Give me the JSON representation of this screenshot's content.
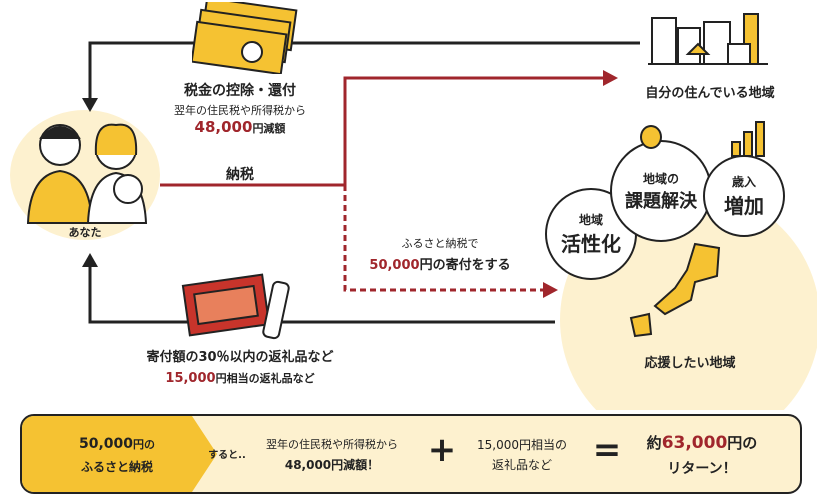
{
  "colors": {
    "accent_red": "#a0262c",
    "yellow": "#f5c232",
    "pale_yellow": "#fdf1cf"
  },
  "top_flow": {
    "title": "税金の控除・還付",
    "line1": "翌年の住民税や所得税から",
    "amount": "48,000",
    "amount_suffix": "円減額"
  },
  "tax_label": "納税",
  "you_label": "あなた",
  "home_region_label": "自分の住んでいる地域",
  "donation": {
    "line1": "ふるさと納税で",
    "amount": "50,000",
    "amount_suffix": "円の寄付をする"
  },
  "gift": {
    "title": "寄付額の30％以内の返礼品など",
    "amount": "15,000",
    "amount_suffix": "円相当の返礼品など"
  },
  "support_region_label": "応援したい地域",
  "bubbles": [
    {
      "small": "地域",
      "big": "活性化"
    },
    {
      "small": "地域の",
      "big": "課題解決"
    },
    {
      "small": "歳入",
      "big": "増加"
    }
  ],
  "summary": {
    "left_line1_amount": "50,000",
    "left_line1_suffix": "円の",
    "left_line2": "ふるさと納税",
    "then": "すると..",
    "reduce_line1": "翌年の住民税や所得税から",
    "reduce_line2": "48,000円減額！",
    "plus": "+",
    "gift_line1": "15,000円相当の",
    "gift_line2": "返礼品など",
    "equals": "=",
    "result_prefix": "約",
    "result_amount": "63,000",
    "result_suffix": "円の",
    "result_line2": "リターン！"
  }
}
